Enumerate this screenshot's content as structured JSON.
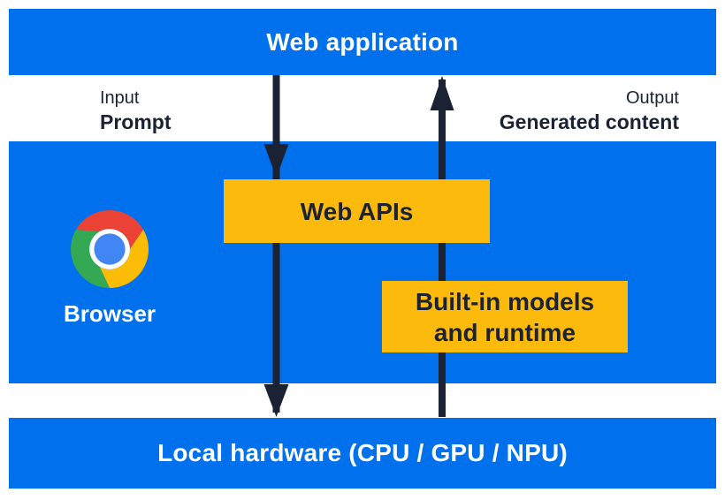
{
  "diagram": {
    "top_bar": {
      "title": "Web application"
    },
    "input_flow": {
      "line1": "Input",
      "line2": "Prompt"
    },
    "output_flow": {
      "line1": "Output",
      "line2": "Generated content"
    },
    "browser": {
      "label": "Browser",
      "logo": "chrome-logo"
    },
    "web_apis_box": {
      "label": "Web APIs"
    },
    "builtin_box": {
      "line1": "Built-in models",
      "line2": "and runtime"
    },
    "bottom_bar": {
      "title": "Local hardware (CPU / GPU / NPU)"
    },
    "arrows": {
      "down_arrow": "prompt flow: web application → web apis → local hardware",
      "up_arrow": "output flow: local hardware → built-in models and runtime → web application"
    }
  },
  "colors": {
    "blue": "#0170ED",
    "yellow": "#FCBB0C",
    "dark": "#1A2233",
    "white": "#FFFFFF",
    "logoRed": "#EA4335",
    "logoYellow": "#FBBC05",
    "logoGreen": "#34A853",
    "logoBlue": "#4285F4"
  }
}
